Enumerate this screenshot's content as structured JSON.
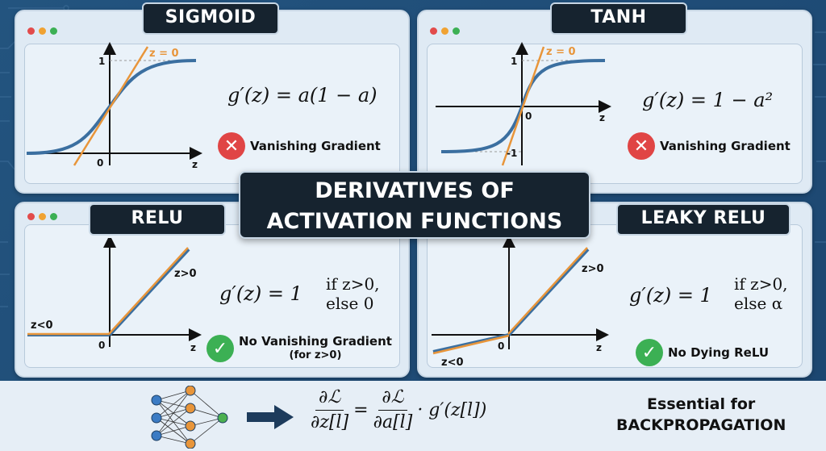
{
  "main_title": {
    "line1": "DERIVATIVES OF",
    "line2": "ACTIVATION FUNCTIONS"
  },
  "window_dots": [
    "#e24b4b",
    "#f0a232",
    "#3cb054"
  ],
  "colors": {
    "curve_blue": "#3b6fa0",
    "tangent_orange": "#e8953a",
    "bad_red": "#e04545",
    "good_green": "#3cb054",
    "badge_dark": "#16232f"
  },
  "panels": {
    "sigmoid": {
      "title": "SIGMOID",
      "formula_lhs": "g′(z) = ",
      "formula_rhs": "a(1 − a)",
      "status_icon": "x-circle-icon",
      "status_glyph": "✕",
      "status": "Vanishing Gradient",
      "labels": {
        "tangent": "z = 0",
        "one": "1",
        "zero": "0",
        "x": "z"
      }
    },
    "tanh": {
      "title": "TANH",
      "formula_lhs": "g′(z) = ",
      "formula_rhs": "1 − a²",
      "status_icon": "x-circle-icon",
      "status_glyph": "✕",
      "status": "Vanishing Gradient",
      "labels": {
        "tangent": "z = 0",
        "one": "1",
        "neg_one": "-1",
        "zero": "0",
        "x": "z"
      }
    },
    "relu": {
      "title": "RELU",
      "formula_lhs": "g′(z) = 1",
      "cond_line1": "if z>0,",
      "cond_line2": "else 0",
      "status_icon": "check-circle-icon",
      "status_glyph": "✓",
      "status": "No Vanishing Gradient",
      "status_sub": "(for z>0)",
      "labels": {
        "pos": "z>0",
        "neg": "z<0",
        "zero": "0",
        "x": "z"
      }
    },
    "leaky_relu": {
      "title": "LEAKY RELU",
      "formula_lhs": "g′(z) = 1",
      "cond_line1": "if z>0,",
      "cond_line2": "else α",
      "status_icon": "check-circle-icon",
      "status_glyph": "✓",
      "status": "No Dying ReLU",
      "labels": {
        "pos": "z>0",
        "neg": "z<0",
        "zero": "0",
        "x": "z"
      }
    }
  },
  "footer": {
    "lhs_num": "∂ℒ",
    "lhs_den": "∂z[l]",
    "eq": "=",
    "rhs_num": "∂ℒ",
    "rhs_den": "∂a[l]",
    "rhs_tail": "· g′(z[l])",
    "essential_line1": "Essential for",
    "essential_line2": "BACKPROPAGATION"
  }
}
